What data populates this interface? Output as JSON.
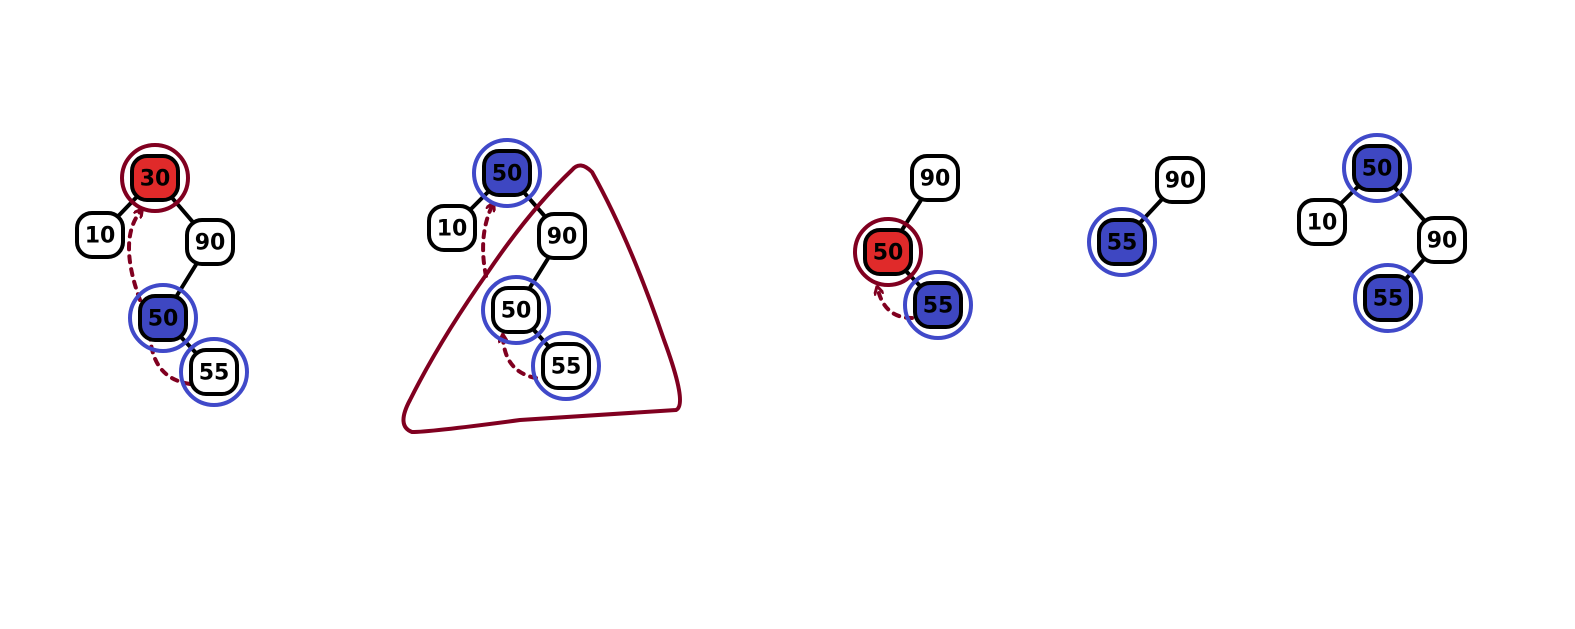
{
  "colors": {
    "red_node": "#e02a2a",
    "blue_node": "#3e47c2",
    "white_node": "#ffffff",
    "red_ring": "#800020",
    "blue_ring": "#4049c9",
    "arrow": "#800020",
    "edge": "#000000"
  },
  "trees": [
    {
      "nodes": [
        {
          "label": "30",
          "fill": "red",
          "ring": "red"
        },
        {
          "label": "10",
          "fill": "white",
          "ring": ""
        },
        {
          "label": "90",
          "fill": "white",
          "ring": ""
        },
        {
          "label": "50",
          "fill": "blue",
          "ring": "blue"
        },
        {
          "label": "55",
          "fill": "white",
          "ring": "blue"
        }
      ]
    },
    {
      "nodes": [
        {
          "label": "50",
          "fill": "blue",
          "ring": "blue"
        },
        {
          "label": "10",
          "fill": "white",
          "ring": ""
        },
        {
          "label": "90",
          "fill": "white",
          "ring": ""
        },
        {
          "label": "50",
          "fill": "white",
          "ring": "blue"
        },
        {
          "label": "55",
          "fill": "white",
          "ring": "blue"
        }
      ]
    },
    {
      "nodes": [
        {
          "label": "90",
          "fill": "white",
          "ring": ""
        },
        {
          "label": "50",
          "fill": "red",
          "ring": "red"
        },
        {
          "label": "55",
          "fill": "blue",
          "ring": "blue"
        }
      ]
    },
    {
      "nodes": [
        {
          "label": "90",
          "fill": "white",
          "ring": ""
        },
        {
          "label": "55",
          "fill": "blue",
          "ring": "blue"
        }
      ]
    },
    {
      "nodes": [
        {
          "label": "50",
          "fill": "blue",
          "ring": "blue"
        },
        {
          "label": "10",
          "fill": "white",
          "ring": ""
        },
        {
          "label": "90",
          "fill": "white",
          "ring": ""
        },
        {
          "label": "55",
          "fill": "blue",
          "ring": "blue"
        }
      ]
    }
  ]
}
